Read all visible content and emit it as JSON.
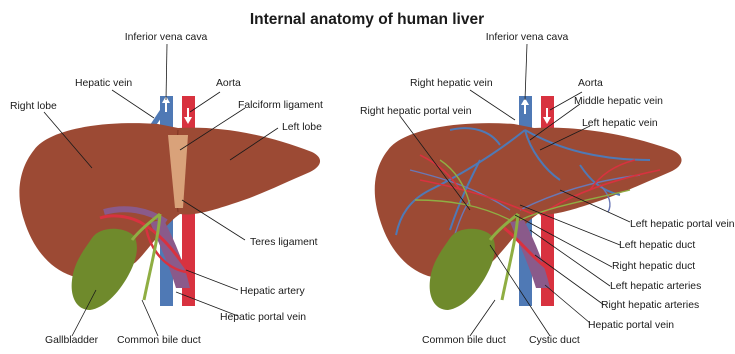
{
  "title": "Internal anatomy of human liver",
  "colors": {
    "liver": "#9c4a34",
    "liver_dark": "#7e3422",
    "gallbladder": "#6f8a2c",
    "bile_duct": "#8fae43",
    "vein_blue": "#4f79b5",
    "artery_red": "#d8323f",
    "portal_purple": "#8a5a8a",
    "ligament": "#d9a27a",
    "text": "#1a1a1a"
  },
  "left_diagram": {
    "labels": {
      "inferior_vena_cava": "Inferior vena cava",
      "hepatic_vein": "Hepatic vein",
      "aorta": "Aorta",
      "falciform_ligament": "Falciform ligament",
      "right_lobe": "Right lobe",
      "left_lobe": "Left lobe",
      "teres_ligament": "Teres ligament",
      "hepatic_artery": "Hepatic artery",
      "hepatic_portal_vein": "Hepatic portal vein",
      "gallbladder": "Gallbladder",
      "common_bile_duct": "Common bile duct"
    }
  },
  "right_diagram": {
    "labels": {
      "inferior_vena_cava": "Inferior vena cava",
      "right_hepatic_vein": "Right hepatic vein",
      "aorta": "Aorta",
      "middle_hepatic_vein": "Middle hepatic vein",
      "right_hepatic_portal_vein": "Right hepatic portal vein",
      "left_hepatic_vein": "Left hepatic vein",
      "left_hepatic_portal_vein": "Left hepatic portal vein",
      "left_hepatic_duct": "Left hepatic duct",
      "right_hepatic_duct": "Right hepatic duct",
      "left_hepatic_arteries": "Left hepatic arteries",
      "right_hepatic_arteries": "Right hepatic arteries",
      "hepatic_portal_vein": "Hepatic portal vein",
      "common_bile_duct": "Common bile duct",
      "cystic_duct": "Cystic duct"
    }
  }
}
